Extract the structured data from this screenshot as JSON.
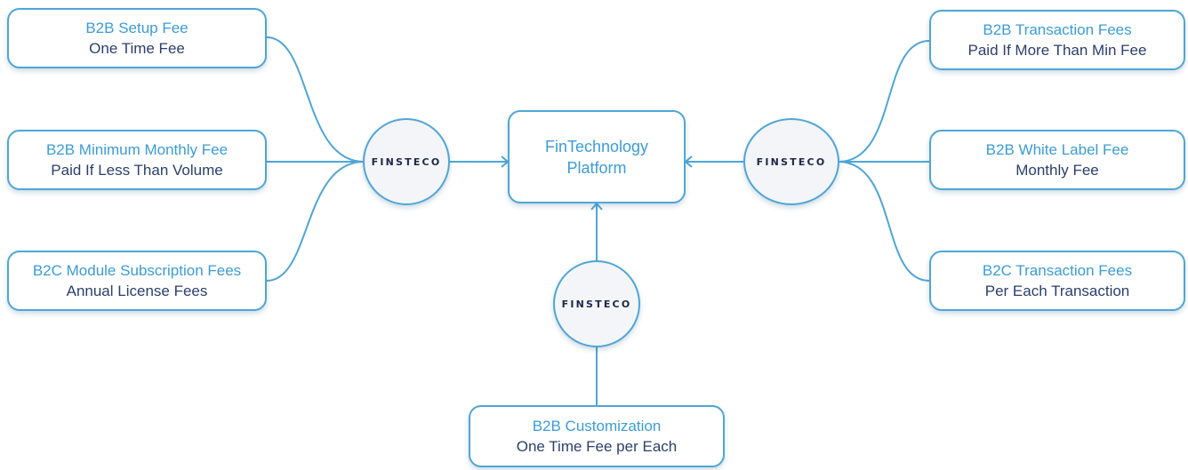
{
  "colors": {
    "accent": "#4ea6d6",
    "title_text": "#3b9cd6",
    "sub_text": "#2b3f6b",
    "hub_fill": "#f4f5f8"
  },
  "center": {
    "line1": "FinTechnology",
    "line2": "Platform"
  },
  "hubs": {
    "left": "FINSTECO",
    "right": "FINSTECO",
    "bottom": "FINSTECO"
  },
  "left_boxes": [
    {
      "title": "B2B Setup Fee",
      "subtitle": "One Time Fee"
    },
    {
      "title": "B2B Minimum Monthly Fee",
      "subtitle": "Paid If Less Than Volume"
    },
    {
      "title": "B2C Module Subscription Fees",
      "subtitle": "Annual License Fees"
    }
  ],
  "right_boxes": [
    {
      "title": "B2B Transaction Fees",
      "subtitle": "Paid If More Than Min Fee"
    },
    {
      "title": "B2B White Label Fee",
      "subtitle": "Monthly Fee"
    },
    {
      "title": "B2C Transaction Fees",
      "subtitle": "Per Each Transaction"
    }
  ],
  "bottom_box": {
    "title": "B2B Customization",
    "subtitle": "One Time Fee per Each"
  }
}
